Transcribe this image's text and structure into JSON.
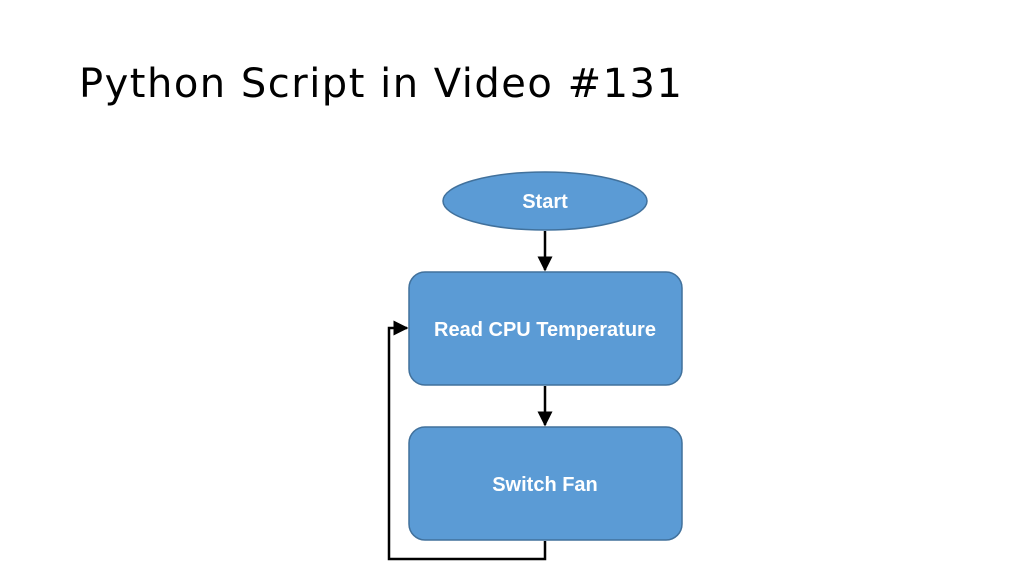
{
  "slide": {
    "title": "Python Script in Video #131"
  },
  "flowchart": {
    "colors": {
      "node_fill": "#5b9bd5",
      "node_stroke": "#41719c",
      "node_text": "#ffffff",
      "arrow": "#000000"
    },
    "nodes": {
      "start": {
        "shape": "ellipse",
        "label": "Start"
      },
      "read_temp": {
        "shape": "rounded-rectangle",
        "label": "Read CPU Temperature"
      },
      "switch_fan": {
        "shape": "rounded-rectangle",
        "label": "Switch Fan"
      }
    },
    "edges": [
      {
        "from": "start",
        "to": "read_temp"
      },
      {
        "from": "read_temp",
        "to": "switch_fan"
      },
      {
        "from": "switch_fan",
        "to": "read_temp",
        "type": "loop-back"
      }
    ]
  }
}
